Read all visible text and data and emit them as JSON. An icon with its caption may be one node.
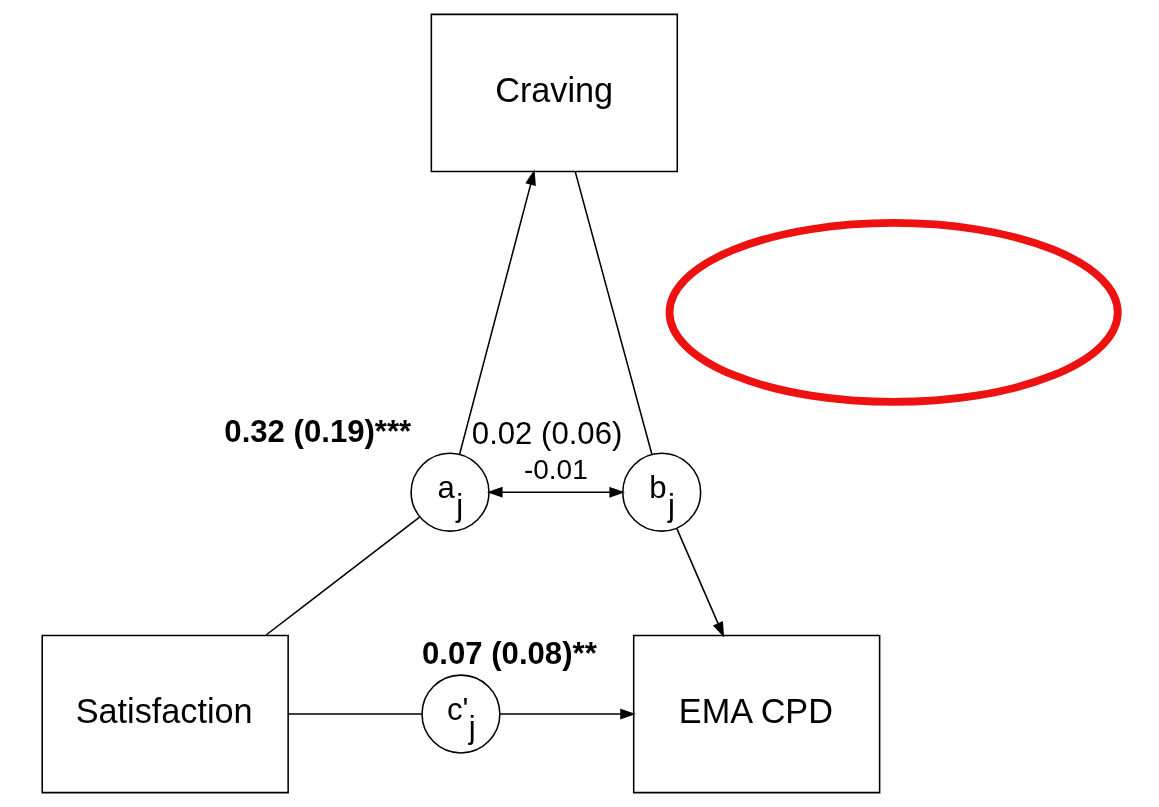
{
  "diagram": {
    "nodes": [
      {
        "text": [
          "Craving"
        ]
      },
      {
        "text": [
          "a$_{j}$"
        ],
        "beside": [
          "0.32 (0.19)***"
        ]
      },
      {
        "text": [
          "b$_{j}$"
        ],
        "beside": [
          "0.02 (0.06)"
        ]
      },
      {
        "text": [
          "Satisfaction"
        ]
      },
      {
        "text": [
          "c'$_{j}$"
        ],
        "beside": [
          "0.07 (0.08)**"
        ]
      },
      {
        "text": [
          "EMA CPD"
        ]
      },
      {
        "text": [],
        "shape": "ellipse"
      }
    ],
    "edges": [
      {
        "from": 1,
        "to": 2,
        "arrow": "both",
        "label": "-0.01"
      },
      {
        "from": 1,
        "to": 0,
        "arrow": "to"
      },
      {
        "from": 0,
        "to": 2,
        "arrow": "none"
      },
      {
        "from": 3,
        "to": 1,
        "arrow": "none"
      },
      {
        "from": 2,
        "to": 5,
        "arrow": "to"
      },
      {
        "from": 3,
        "to": 4,
        "arrow": "none"
      },
      {
        "from": 4,
        "to": 5,
        "arrow": "to"
      }
    ]
  }
}
